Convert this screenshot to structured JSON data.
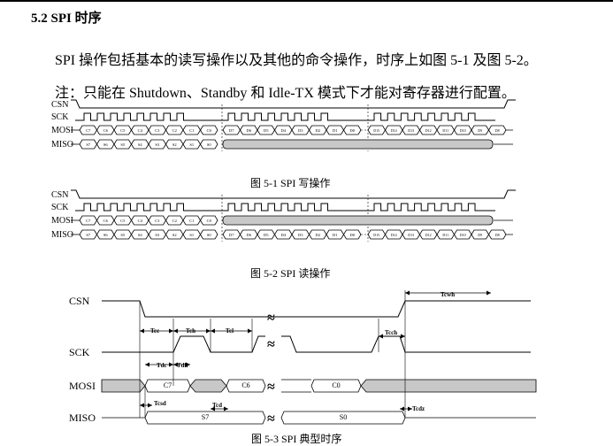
{
  "section": {
    "title": "5.2 SPI 时序"
  },
  "paragraphs": [
    "SPI 操作包括基本的读写操作以及其他的命令操作，时序上如图 5-1 及图 5-2。",
    "注：只能在 Shutdown、Standby 和 Idle-TX 模式下才能对寄存器进行配置。"
  ],
  "signals": [
    "CSN",
    "SCK",
    "MOSI",
    "MISO"
  ],
  "fig1": {
    "caption": "图 5-1 SPI 写操作",
    "mosi_cmd": [
      "C7",
      "C6",
      "C5",
      "C4",
      "C3",
      "C2",
      "C1",
      "C0"
    ],
    "miso_status": [
      "S7",
      "S6",
      "S5",
      "S4",
      "S3",
      "S2",
      "S1",
      "S0"
    ],
    "data_lsb": [
      "D7",
      "D6",
      "D5",
      "D4",
      "D3",
      "D2",
      "D1",
      "D0"
    ],
    "data_msb": [
      "D15",
      "D14",
      "D13",
      "D12",
      "D11",
      "D10",
      "D9",
      "D8"
    ]
  },
  "fig2": {
    "caption": "图 5-2 SPI 读操作"
  },
  "fig3": {
    "caption": "图 5-3 SPI 典型时序",
    "timing_labels": [
      "Tcwh",
      "Tcc",
      "Tch",
      "Tcl",
      "Tcch",
      "Tdc",
      "Tdh",
      "Tcsd",
      "Tcd",
      "Tcdz"
    ],
    "mosi_bits": [
      "C7",
      "C6",
      "C0"
    ],
    "miso_bits": [
      "S7",
      "S0"
    ]
  }
}
